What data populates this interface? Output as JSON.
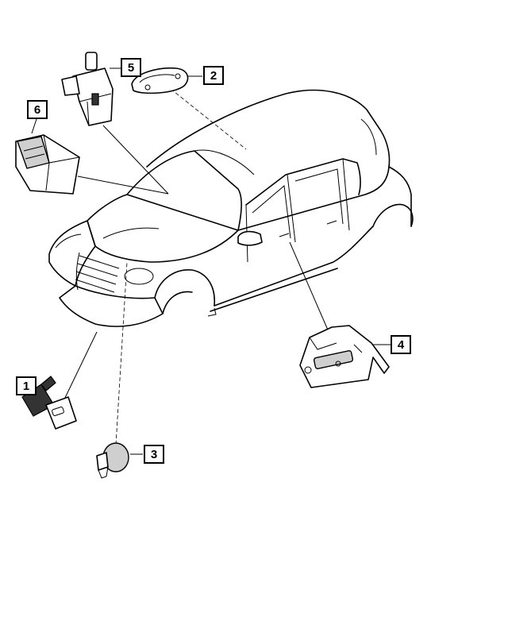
{
  "callouts": [
    {
      "id": "1",
      "label": "1"
    },
    {
      "id": "2",
      "label": "2"
    },
    {
      "id": "3",
      "label": "3"
    },
    {
      "id": "4",
      "label": "4"
    },
    {
      "id": "5",
      "label": "5"
    },
    {
      "id": "6",
      "label": "6"
    }
  ],
  "parts": [
    {
      "callout": "1",
      "icon": "key-fob-transmitter-icon"
    },
    {
      "callout": "2",
      "icon": "roof-gasket-icon"
    },
    {
      "callout": "3",
      "icon": "horn-button-icon"
    },
    {
      "callout": "4",
      "icon": "mounting-bracket-icon"
    },
    {
      "callout": "5",
      "icon": "sensor-switch-icon"
    },
    {
      "callout": "6",
      "icon": "control-module-icon"
    }
  ]
}
